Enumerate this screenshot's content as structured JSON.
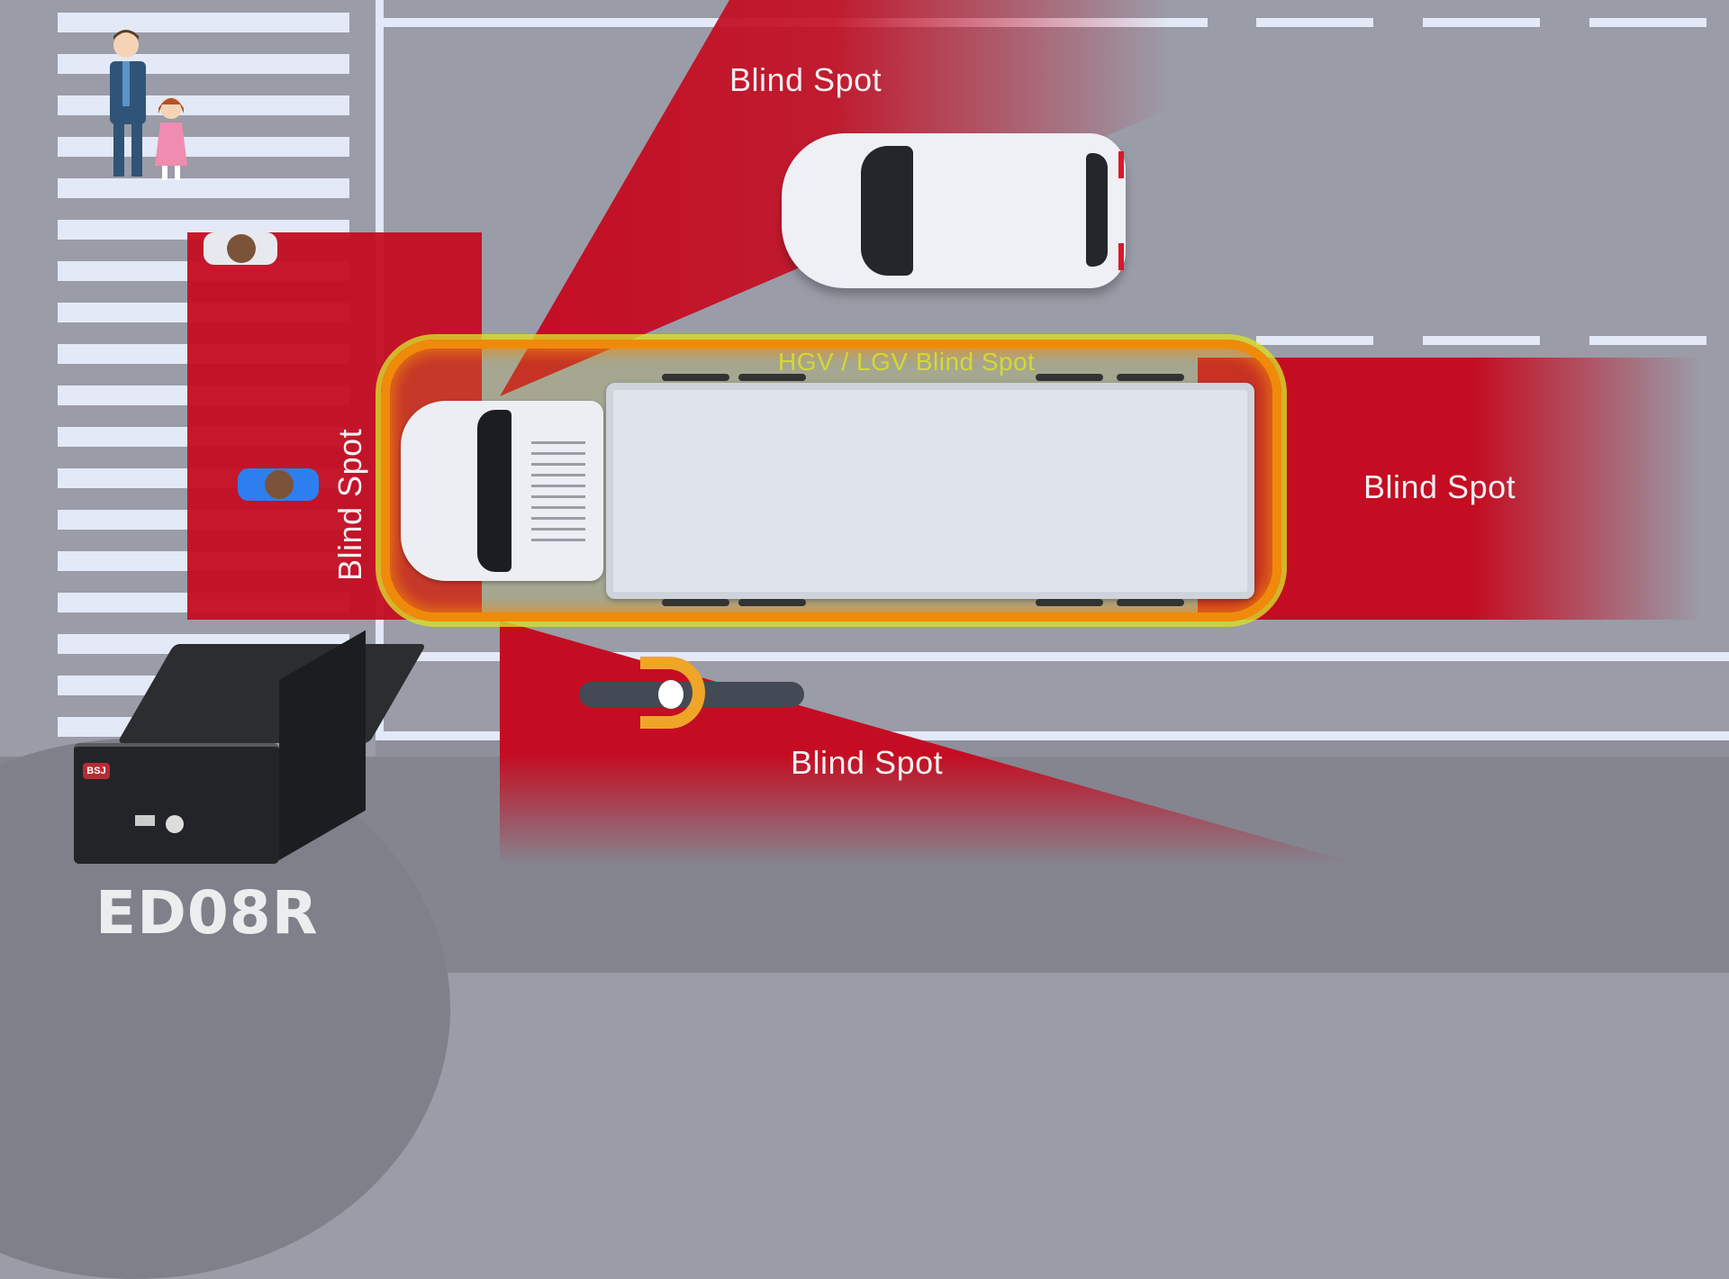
{
  "scene": {
    "title": "Truck blind spot zones diagram",
    "colors": {
      "road": "#9a9ca8",
      "road_lower": "#84858f",
      "lane_marking": "#e3e9f6",
      "blind_spot_red": "#c40d22",
      "hgv_highlight_yellow": "#d8df2a",
      "hgv_highlight_orange": "#f08a0a",
      "label_text": "#f3eef0"
    }
  },
  "labels": {
    "blind_spot_top": "Blind Spot",
    "blind_spot_front": "Blind Spot",
    "blind_spot_rear": "Blind Spot",
    "blind_spot_bottom": "Blind Spot",
    "hgv_zone": "HGV / LGV Blind Spot"
  },
  "product": {
    "model": "ED08R",
    "brand_badge": "BSJ",
    "device_type": "mobile-dvr"
  },
  "figures": {
    "pedestrians": [
      "man-in-suit",
      "girl-with-backpack"
    ],
    "cyclists": [
      "cyclist-top",
      "cyclist-blue"
    ],
    "vehicles": [
      "hgv-truck",
      "white-car",
      "motorcycle"
    ]
  }
}
